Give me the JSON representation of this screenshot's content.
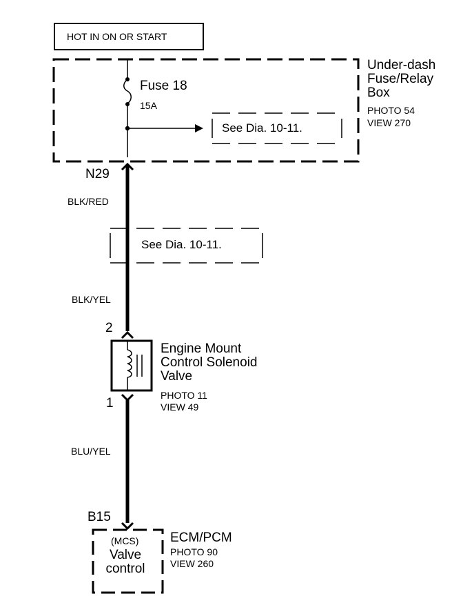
{
  "source": {
    "label": "HOT IN ON OR START"
  },
  "fuse_box": {
    "name_lines": [
      "Under-dash",
      "Fuse/Relay",
      "Box"
    ],
    "photo": "PHOTO 54",
    "view": "VIEW 270",
    "fuse": {
      "name": "Fuse 18",
      "rating": "15A"
    },
    "reference": "See Dia. 10-11."
  },
  "connector_top": {
    "id": "N29"
  },
  "wire_1": {
    "color": "BLK/RED"
  },
  "splice_reference": "See Dia. 10-11.",
  "wire_2": {
    "color": "BLK/YEL"
  },
  "solenoid": {
    "name_lines": [
      "Engine Mount",
      "Control Solenoid",
      "Valve"
    ],
    "photo": "PHOTO 11",
    "view": "VIEW 49",
    "pin_top": "2",
    "pin_bottom": "1"
  },
  "wire_3": {
    "color": "BLU/YEL"
  },
  "connector_ecm": {
    "id": "B15"
  },
  "ecm": {
    "name": "ECM/PCM",
    "photo": "PHOTO 90",
    "view": "VIEW 260",
    "terminal_tag": "(MCS)",
    "terminal_lines": [
      "Valve",
      "control"
    ]
  }
}
